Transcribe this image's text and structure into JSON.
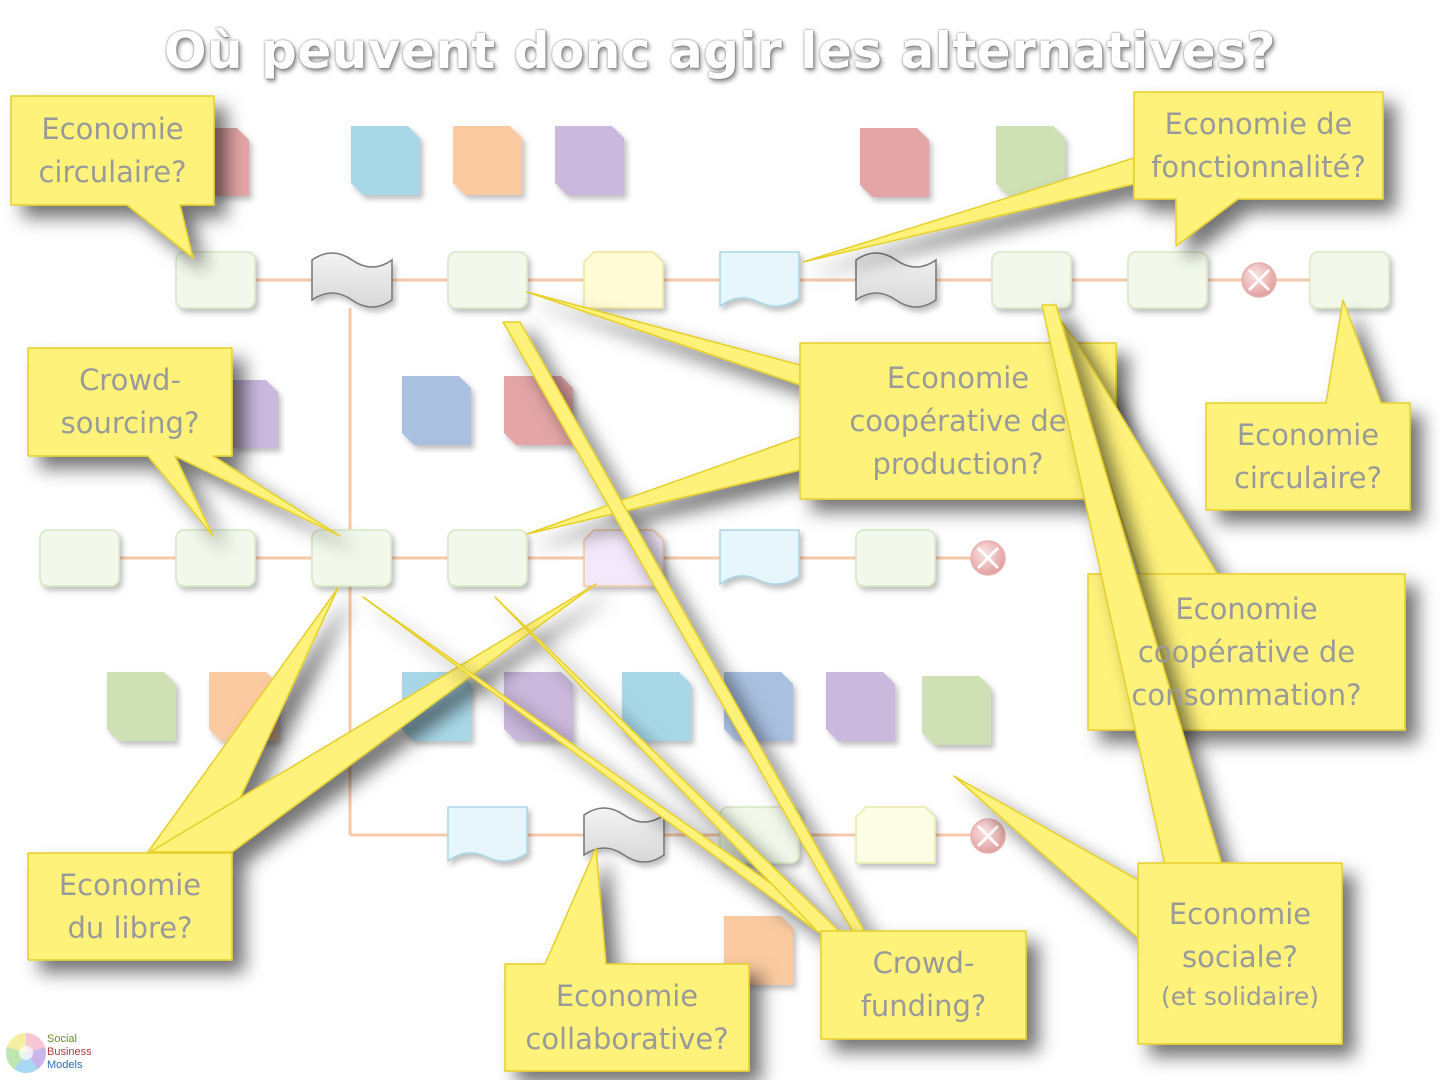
{
  "title": "Où peuvent donc agir les alternatives?",
  "callouts": {
    "circ_tl": [
      "Economie",
      "circulaire?"
    ],
    "fonct": [
      "Economie de",
      "fonctionnalité?"
    ],
    "crowdsourcing": [
      "Crowd-",
      "sourcing?"
    ],
    "prod": [
      "Economie",
      "coopérative de",
      "production?"
    ],
    "circ_r": [
      "Economie",
      "circulaire?"
    ],
    "conso": [
      "Economie",
      "coopérative de",
      "consommation?"
    ],
    "libre": [
      "Economie",
      "du libre?"
    ],
    "collab": [
      "Economie",
      "collaborative?"
    ],
    "crowdfunding": [
      "Crowd-",
      "funding?"
    ],
    "sociale": [
      "Economie",
      "sociale?",
      "(et solidaire)"
    ]
  },
  "logo": {
    "lines": [
      "Social",
      "Business",
      "Models"
    ]
  },
  "colors": {
    "callout_fill": "#fff27a",
    "callout_stroke": "#e6cf2a",
    "connector": "#f6c9a8",
    "end_marker": "#e8b3b3"
  }
}
